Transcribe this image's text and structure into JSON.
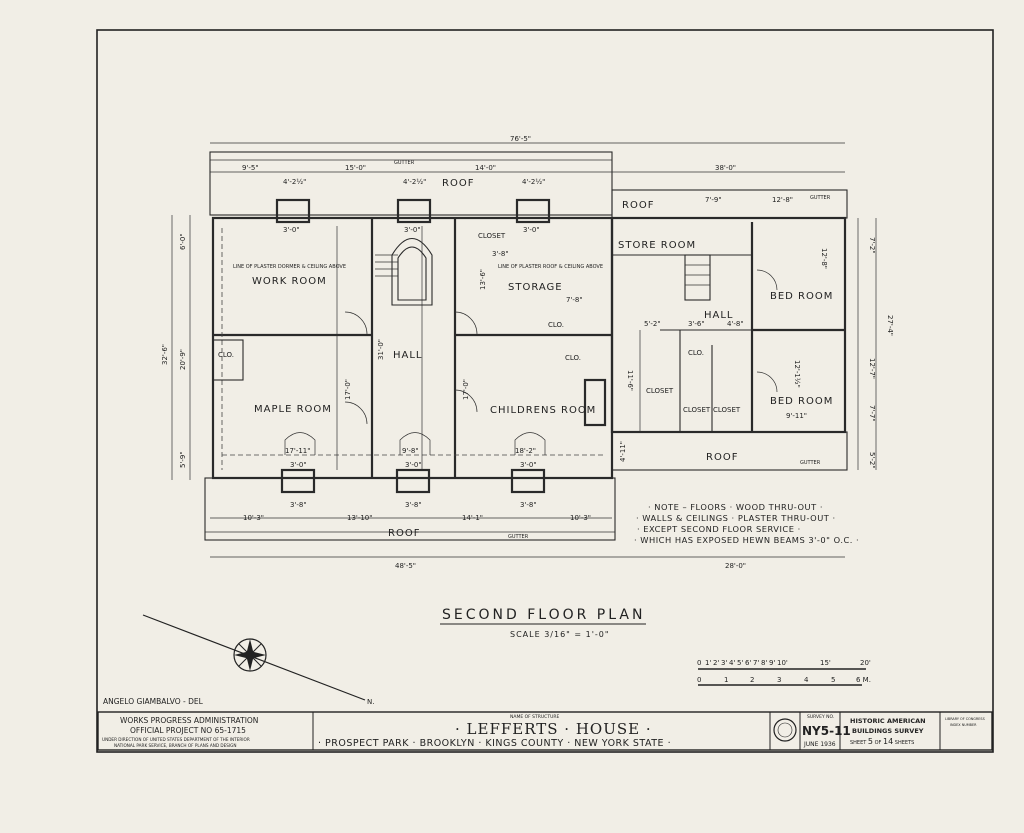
{
  "drawing": {
    "title": "SECOND FLOOR PLAN",
    "scale": "SCALE 3/16\" = 1'-0\"",
    "delineator": "ANGELO GIAMBALVO - DEL",
    "north_label": "N.",
    "rooms": [
      "WORK ROOM",
      "MAPLE ROOM",
      "HALL",
      "STORAGE",
      "CHILDRENS ROOM",
      "STORE ROOM",
      "HALL",
      "BED ROOM",
      "BED ROOM",
      "CLOSET",
      "CLOSET",
      "CLOSET",
      "CLO.",
      "CLO.",
      "CLO.",
      "CLO.",
      "CLOSET"
    ],
    "roof_labels": [
      "ROOF",
      "ROOF",
      "ROOF",
      "ROOF"
    ],
    "gutter_labels": [
      "GUTTER",
      "GUTTER",
      "GUTTER",
      "GUTTER"
    ],
    "annotations": [
      "LINE OF PLASTER DORMER & CEILING ABOVE",
      "LINE OF PLASTER ROOF & CEILING ABOVE"
    ],
    "dims_top": [
      "76'-5\"",
      "9'-5\"",
      "15'-0\"",
      "14'-0\"",
      "38'-0\"",
      "4'-2½\"",
      "4'-2½\"",
      "4'-2½\"",
      "7'-9\"",
      "12'-8\""
    ],
    "dims_bottom": [
      "10'-3\"",
      "13'-10\"",
      "14'-1\"",
      "10'-3\"",
      "48'-5\"",
      "28'-0\"",
      "3'-8\"",
      "3'-8\"",
      "3'-8\""
    ],
    "dims_left": [
      "6'-0\"",
      "32'-6\"",
      "20'-9\"",
      "5'-9\""
    ],
    "dims_right": [
      "7'-2\"",
      "27'-4\"",
      "12'-7\"",
      "7'-7\"",
      "5'-2\""
    ],
    "dims_inner": [
      "3'-0\"",
      "3'-0\"",
      "3'-0\"",
      "3'-0\"",
      "3'-0\"",
      "3'-0\"",
      "17'-11\"",
      "9'-8\"",
      "18'-2\"",
      "31'-0\"",
      "17'-0\"",
      "17'-0\"",
      "13'-6\"",
      "3'-8\"",
      "7'-8\"",
      "12'-8\"",
      "12'-1½\"",
      "9'-11\"",
      "11'-6\"",
      "3'-6\"",
      "4'-8\"",
      "5'-2\"",
      "4'-11\""
    ],
    "note": [
      "· NOTE – FLOORS · WOOD THRU-OUT ·",
      "· WALLS & CEILINGS · PLASTER THRU-OUT ·",
      "· EXCEPT SECOND FLOOR SERVICE ·",
      "· WHICH HAS EXPOSED HEWN BEAMS 3'-0\" O.C. ·"
    ],
    "scale_bar": {
      "feet_ticks": [
        "0",
        "1'",
        "2'",
        "3'",
        "4'",
        "5'",
        "6'",
        "7'",
        "8'",
        "9'",
        "10'",
        "15'",
        "20'"
      ],
      "meter_ticks": [
        "0",
        "1",
        "2",
        "3",
        "4",
        "5",
        "6 M."
      ]
    }
  },
  "title_block": {
    "agency": [
      "WORKS PROGRESS ADMINISTRATION",
      "OFFICIAL PROJECT NO 65-1715"
    ],
    "direction": [
      "UNDER DIRECTION OF UNITED STATES DEPARTMENT OF THE INTERIOR",
      "NATIONAL PARK SERVICE, BRANCH OF PLANS AND DESIGN"
    ],
    "name_caption": "NAME OF STRUCTURE",
    "structure_name": "· LEFFERTS · HOUSE ·",
    "location": "· PROSPECT PARK · BROOKLYN · KINGS COUNTY · NEW YORK STATE ·",
    "survey_caption": "SURVEY NO.",
    "survey_no": "NY5-11",
    "date": "JUNE 1936",
    "program": [
      "HISTORIC AMERICAN",
      "BUILDINGS SURVEY"
    ],
    "sheet_prefix": "SHEET",
    "sheet_no": "5",
    "sheet_of": "OF",
    "sheet_total": "14",
    "sheet_suffix": "SHEETS",
    "library": [
      "LIBRARY OF CONGRESS",
      "INDEX NUMBER"
    ]
  }
}
